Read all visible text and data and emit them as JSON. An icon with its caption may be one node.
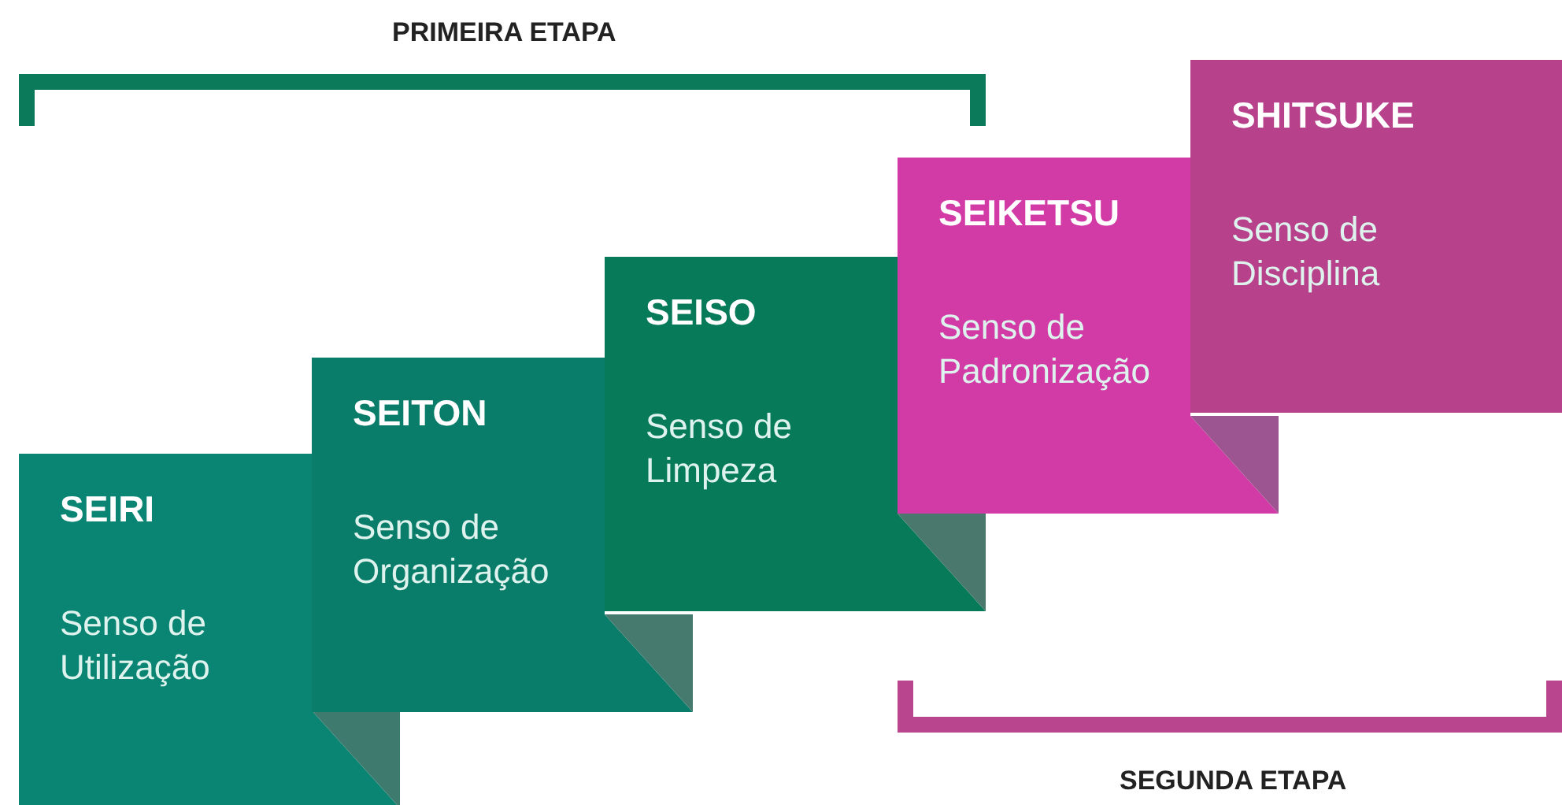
{
  "diagram": {
    "nodes": [
      {
        "text": [
          "SEIRI",
          "Senso de Utilização"
        ]
      },
      {
        "text": [
          "SEITON",
          "Senso de Organização"
        ]
      },
      {
        "text": [
          "SEISO",
          "Senso de Limpeza"
        ]
      },
      {
        "text": [
          "SEIKETSU",
          "Senso de Padronização"
        ]
      },
      {
        "text": [
          "SHITSUKE",
          "Senso de Disciplina"
        ]
      }
    ],
    "labels": [
      "PRIMEIRA ETAPA",
      "SEGUNDA ETAPA"
    ]
  }
}
